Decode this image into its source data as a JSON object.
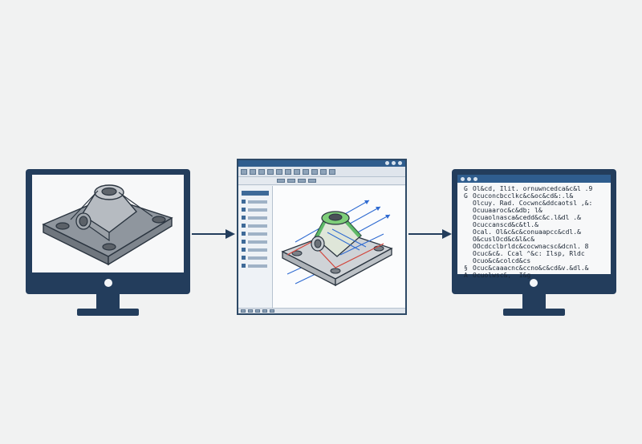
{
  "colors": {
    "background": "#f1f2f2",
    "monitor": "#233d5c",
    "window_accent": "#2f5d8e",
    "toolpath_blue": "#2f6bd1",
    "toolpath_red": "#d2453c",
    "toolpath_green": "#3fae4c",
    "part_gray": "#a9aeb4"
  },
  "gcode": {
    "lines": [
      {
        "letter": "G",
        "text": "Ol&cd, Ilit. ornuwncedca&c&l .9"
      },
      {
        "letter": "G",
        "text": "Ocuconcbcclkc&c&oc&cd&:.l&"
      },
      {
        "letter": "",
        "text": "Olcuy. Rad. Cocwnc&ddcaotsl ,&:"
      },
      {
        "letter": "",
        "text": "Ocuuaaroc&c&db; l&"
      },
      {
        "letter": "",
        "text": "Ocuaolnasca&cedd&c&c.l&dl .&"
      },
      {
        "letter": "",
        "text": "Ocuccanscd&c&tl.&"
      },
      {
        "letter": "",
        "text": "Ocal. Ol&c&c&conuaapcc&cdl.&"
      },
      {
        "letter": "",
        "text": "O&cuslOcd&c&l&c&"
      },
      {
        "letter": "",
        "text": "OOcdcclbrldc&cocwnacsc&dcnl. 8"
      },
      {
        "letter": "",
        "text": "Ocuc&c&. Ccal ^&c: Ilsp, Rldc"
      },
      {
        "letter": "",
        "text": "Ocuo&c&colcd&cs"
      },
      {
        "letter": "§",
        "text": "Ocuc&caaacnc&ccno&c&cd&v.&dl.&"
      },
      {
        "letter": "A",
        "text": "Ocuolwsc&,  I&g"
      }
    ]
  }
}
